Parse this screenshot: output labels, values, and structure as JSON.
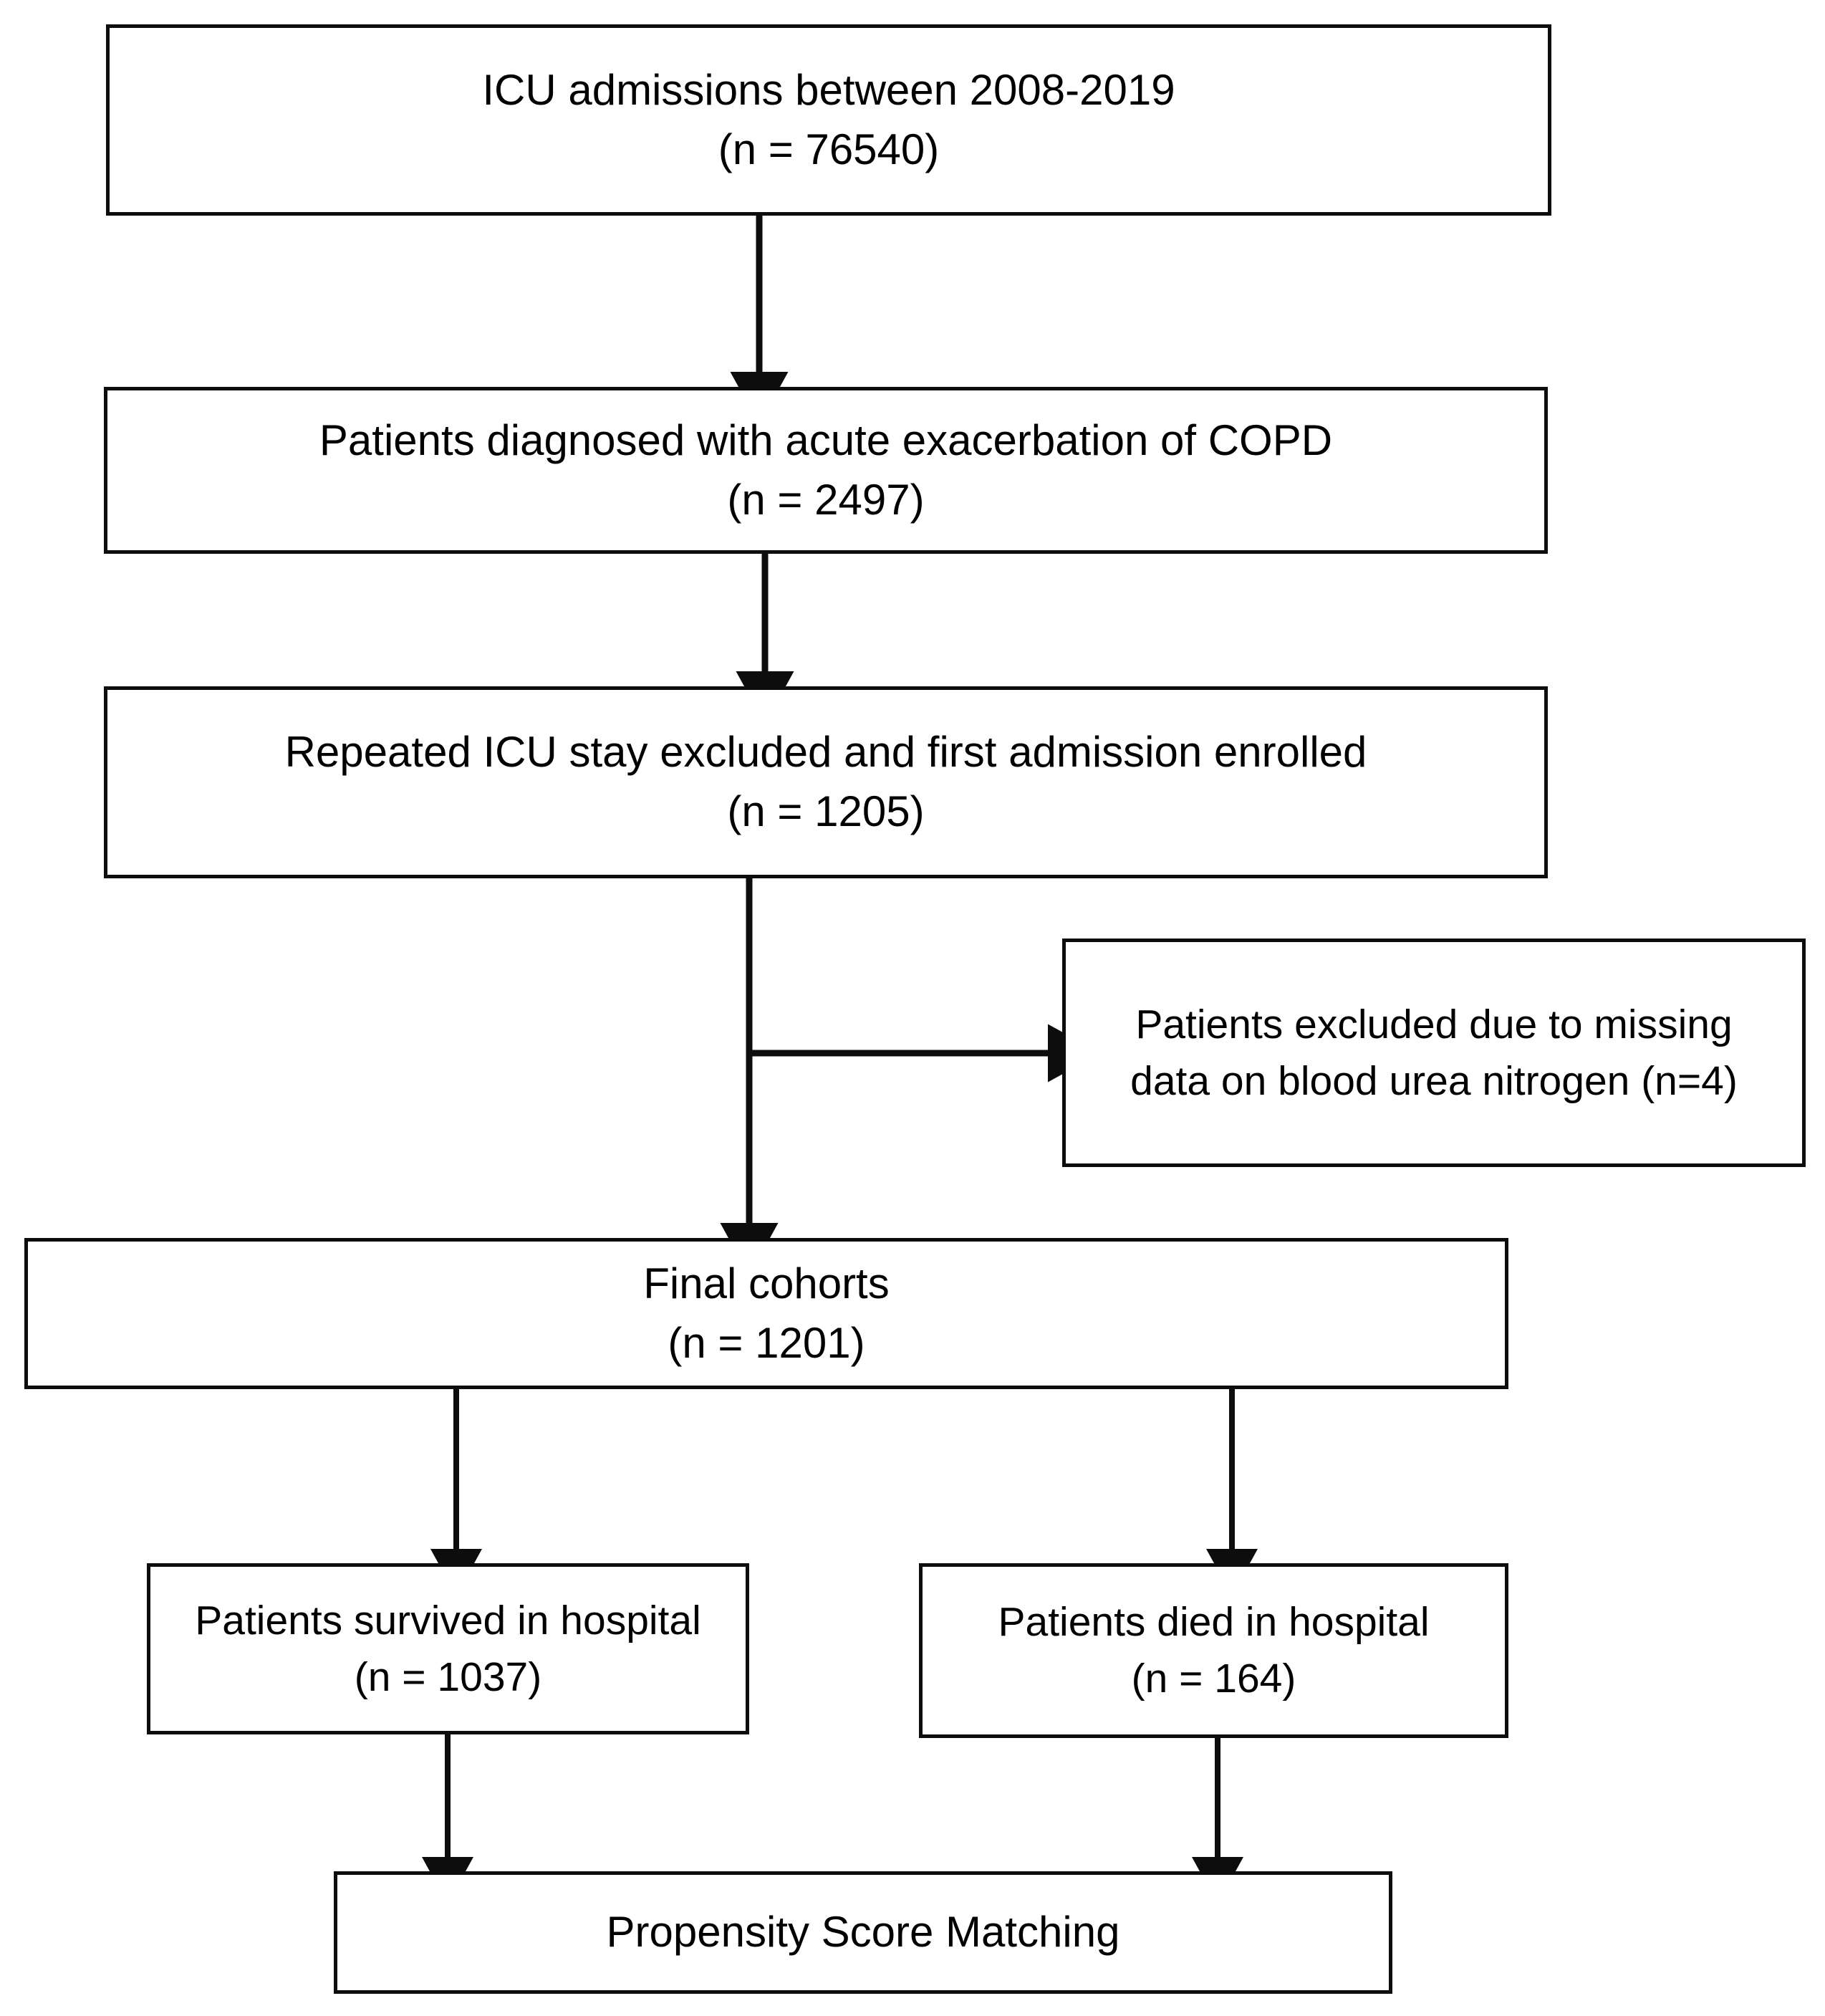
{
  "figure": {
    "type": "flowchart",
    "title": "Study patient selection flow diagram",
    "orientation": "top-to-bottom",
    "background_color": "#ffffff",
    "line_color": "#0d0d0d",
    "text_color": "#000000"
  },
  "nodes": {
    "icu_admissions": {
      "line1": "ICU admissions between 2008-2019",
      "line2": "(n = 76540)",
      "n": 76540
    },
    "copd_diagnosed": {
      "line1": "Patients diagnosed with acute exacerbation of COPD",
      "line2": "(n = 2497)",
      "n": 2497
    },
    "first_admission": {
      "line1": "Repeated ICU stay excluded and first admission enrolled",
      "line2": "(n = 1205)",
      "n": 1205
    },
    "excluded_bun": {
      "line1": "Patients excluded due to missing",
      "line2": "data on blood urea nitrogen (n=4)",
      "n": 4
    },
    "final_cohorts": {
      "line1": "Final cohorts",
      "line2": "(n = 1201)",
      "n": 1201
    },
    "survived": {
      "line1": "Patients survived in hospital",
      "line2": "(n = 1037)",
      "n": 1037
    },
    "died": {
      "line1": "Patients died in hospital",
      "line2": "(n = 164)",
      "n": 164
    },
    "propensity_score_matching": {
      "line1": "Propensity Score Matching"
    }
  },
  "edges": [
    {
      "from": "icu_admissions",
      "to": "copd_diagnosed",
      "kind": "arrow-down"
    },
    {
      "from": "copd_diagnosed",
      "to": "first_admission",
      "kind": "arrow-down"
    },
    {
      "from": "first_admission",
      "to": "final_cohorts",
      "kind": "arrow-down"
    },
    {
      "from": "first_admission",
      "to": "excluded_bun",
      "kind": "arrow-right-branch"
    },
    {
      "from": "final_cohorts",
      "to": "survived",
      "kind": "arrow-down"
    },
    {
      "from": "final_cohorts",
      "to": "died",
      "kind": "arrow-down"
    },
    {
      "from": "survived",
      "to": "propensity_score_matching",
      "kind": "arrow-down"
    },
    {
      "from": "died",
      "to": "propensity_score_matching",
      "kind": "arrow-down"
    }
  ]
}
